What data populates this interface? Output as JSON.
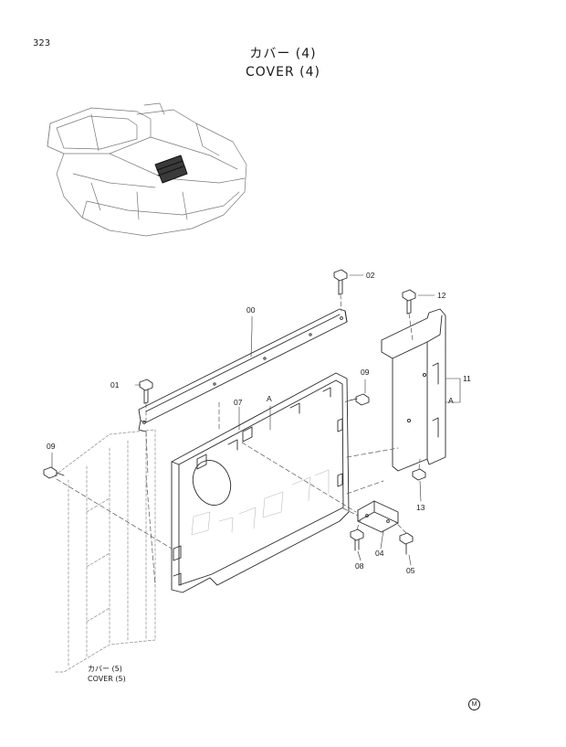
{
  "page_number": "323",
  "title_jp": "カバー (4)",
  "title_en": "COVER (4)",
  "parts": {
    "p00": "00",
    "p01": "01",
    "p02": "02",
    "p04": "04",
    "p05": "05",
    "p07": "07",
    "p08": "08",
    "p09a": "09",
    "p09b": "09",
    "p11": "11",
    "p12": "12",
    "p13": "13",
    "refA1": "A",
    "refA2": "A"
  },
  "cross_ref": {
    "jp": "カバー (5)",
    "en": "COVER (5)"
  },
  "mark": "M"
}
